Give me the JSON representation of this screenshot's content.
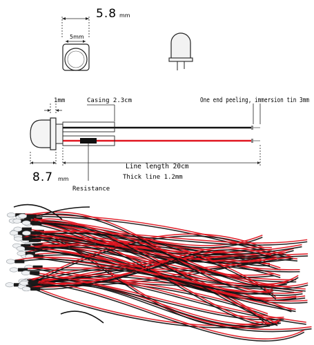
{
  "top_view": {
    "dimension_outer_value": "5.8",
    "dimension_outer_unit": "mm",
    "dimension_inner_label": "5mm"
  },
  "wire_diagram": {
    "dimension_flange_label": "1mm",
    "casing_label": "Casing 2.3cm",
    "end_label": "One end peeling, immersion tin 3mm",
    "length_label": "Line length 20cm",
    "thick_label": "Thick line 1.2mm",
    "height_value": "8.7",
    "height_unit": "mm",
    "resistance_label": "Resistance"
  },
  "colors": {
    "black_wire": "#111111",
    "red_wire": "#e0141e",
    "dimension_line": "#222222",
    "led_body": "#f2f2f2"
  }
}
